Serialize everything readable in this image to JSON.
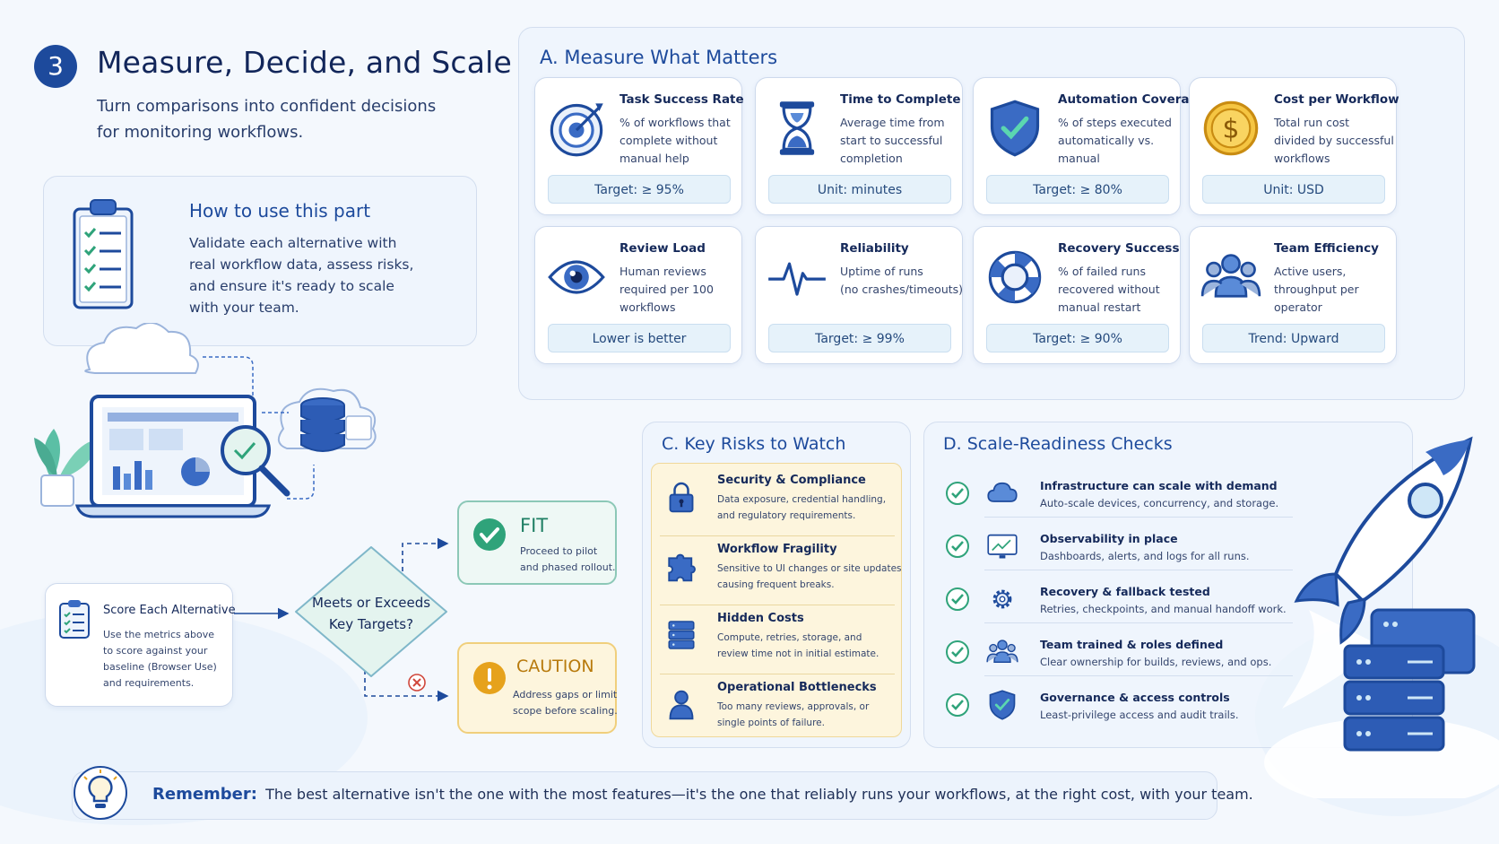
{
  "header": {
    "step_number": "3",
    "title": "Measure, Decide, and Scale",
    "subtitle_line1": "Turn comparisons into confident decisions",
    "subtitle_line2": "for monitoring workflows."
  },
  "how_to": {
    "title": "How to use this part",
    "lines": [
      "Validate each alternative with",
      "real workflow data, assess risks,",
      "and ensure it's ready to scale",
      "with your team."
    ]
  },
  "measure": {
    "title": "A. Measure What Matters",
    "metrics": [
      {
        "title": "Task Success Rate",
        "lines": [
          "% of workflows that",
          "complete without",
          "manual help"
        ],
        "pill": "Target: ≥ 95%",
        "icon": "target-icon"
      },
      {
        "title": "Time to Complete",
        "lines": [
          "Average time from",
          "start to successful",
          "completion"
        ],
        "pill": "Unit: minutes",
        "icon": "hourglass-icon"
      },
      {
        "title": "Automation Coverage",
        "lines": [
          "% of steps executed",
          "automatically vs.",
          "manual"
        ],
        "pill": "Target: ≥ 80%",
        "icon": "shield-check-icon"
      },
      {
        "title": "Cost per Workflow",
        "lines": [
          "Total run cost",
          "divided by successful",
          "workflows"
        ],
        "pill": "Unit: USD",
        "icon": "dollar-coin-icon"
      },
      {
        "title": "Review Load",
        "lines": [
          "Human reviews",
          "required per 100",
          "workflows"
        ],
        "pill": "Lower is better",
        "icon": "eye-icon"
      },
      {
        "title": "Reliability",
        "lines": [
          "Uptime of runs",
          "(no crashes/timeouts)"
        ],
        "pill": "Target: ≥ 99%",
        "icon": "pulse-icon"
      },
      {
        "title": "Recovery Success",
        "lines": [
          "% of failed runs",
          "recovered without",
          "manual restart"
        ],
        "pill": "Target: ≥ 90%",
        "icon": "lifebuoy-icon"
      },
      {
        "title": "Team Efficiency",
        "lines": [
          "Active users,",
          "throughput per",
          "operator"
        ],
        "pill": "Trend: Upward",
        "icon": "team-icon"
      }
    ]
  },
  "score": {
    "title": "Score Each Alternative",
    "lines": [
      "Use the metrics above",
      "to score against your",
      "baseline (Browser Use)",
      "and requirements."
    ]
  },
  "decision": {
    "line1": "Meets or Exceeds",
    "line2": "Key Targets?"
  },
  "fit": {
    "title": "FIT",
    "lines": [
      "Proceed to pilot",
      "and phased rollout."
    ]
  },
  "caution": {
    "title": "CAUTION",
    "lines": [
      "Address gaps or limit",
      "scope before scaling."
    ]
  },
  "risks": {
    "title": "C. Key Risks to Watch",
    "items": [
      {
        "title": "Security & Compliance",
        "lines": [
          "Data exposure, credential handling,",
          "and regulatory requirements."
        ],
        "icon": "lock-icon"
      },
      {
        "title": "Workflow Fragility",
        "lines": [
          "Sensitive to UI changes or site updates",
          "causing frequent breaks."
        ],
        "icon": "puzzle-icon"
      },
      {
        "title": "Hidden Costs",
        "lines": [
          "Compute, retries, storage, and",
          "review time not in initial estimate."
        ],
        "icon": "server-stack-icon"
      },
      {
        "title": "Operational Bottlenecks",
        "lines": [
          "Too many reviews, approvals, or",
          "single points of failure."
        ],
        "icon": "person-icon"
      }
    ]
  },
  "checks": {
    "title": "D. Scale-Readiness Checks",
    "items": [
      {
        "title": "Infrastructure can scale with demand",
        "desc": "Auto-scale devices, concurrency, and storage.",
        "icon": "cloud-icon"
      },
      {
        "title": "Observability in place",
        "desc": "Dashboards, alerts, and logs for all runs.",
        "icon": "monitor-chart-icon"
      },
      {
        "title": "Recovery & fallback tested",
        "desc": "Retries, checkpoints, and manual handoff work.",
        "icon": "gear-icon"
      },
      {
        "title": "Team trained & roles defined",
        "desc": "Clear ownership for builds, reviews, and ops.",
        "icon": "team-icon"
      },
      {
        "title": "Governance & access controls",
        "desc": "Least-privilege access and audit trails.",
        "icon": "shield-check-icon"
      }
    ]
  },
  "remember": {
    "label": "Remember:",
    "text": "The best alternative isn't the one with the most features—it's the one that reliably runs your workflows, at the right cost, with your team."
  },
  "colors": {
    "primary": "#1d4a9c",
    "fit_green": "#2fa37a",
    "caution_amber": "#e6a21c",
    "risk_bg": "#fdf5dd"
  }
}
